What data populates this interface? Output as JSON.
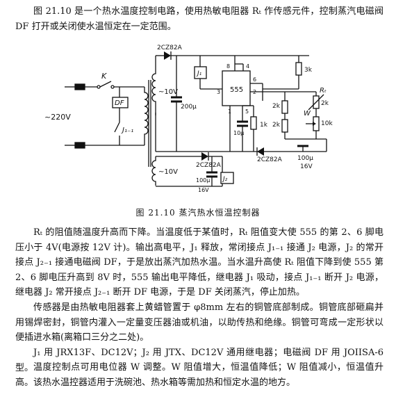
{
  "intro": "图 21.10 是一个热水温度控制电路，使用热敏电阻器 Rₜ 作传感元件，控制蒸汽电磁阀 DF 打开或关闭使水温恒定在一定范围。",
  "figure": {
    "caption": "图 21.10   蒸汽热水恒温控制器",
    "labels": {
      "diode_top": "2CZ82A",
      "diode_mid_left": "2CZ82A",
      "diode_mid_right": "2CZ82A",
      "switch": "K",
      "valve": "DF",
      "contact": "J₁₋₁",
      "mains": "~220V",
      "sec1": "~10V",
      "sec2": "~10V",
      "cap_top": "200μ",
      "relay1": "J₁",
      "relay2": "J₂",
      "ic": "555",
      "pin8": "8",
      "pin4": "4",
      "pin3": "3",
      "pin6": "6",
      "pin2": "2",
      "pin1": "1",
      "pin5": "5",
      "cap_10u": "10μ",
      "r_1k": "1k",
      "r_3k": "3k",
      "r_2k_a": "2k",
      "r_2k_b": "2k",
      "rt": "Rₜ",
      "rt_val": "2k",
      "pot": "W",
      "pot_val": "10k",
      "cap_right": "100μ",
      "cap_right_v": "16V",
      "cap_bottom": "100μ",
      "cap_bottom_v": "16V"
    }
  },
  "paragraphs": [
    "Rₜ 的阻值随温度升高而下降。当温度低于某值时，Rₜ 阻值变大使 555 的第 2、6 脚电压小于 4V(电源按 12V 计)。输出高电平，J₁ 释放，常闭接点 J₁₋₁ 接通 J₂ 电源，J₂ 的常开接点 J₂₋₁ 接通电磁阀 DF，于是放出蒸汽加热水温。当水温升高使 Rₜ 阻值下降到使 555 第 2、6 脚电压升高到 8V 时，555 输出电平降低，继电器 J₁ 吸动，接点 J₁₋₁ 断开 J₂ 电源，继电器 J₂ 常开接点 J₂₋₁ 断开 DF 电源，于是 DF 关闭蒸汽，停止加热。",
    "传感器是由热敏电阻器套上黄蜡管置于 φ8mm 左右的铜管底部制成。铜管底部砸扁并用锡焊密封，铜管内灌入一定量变压器油或机油，以助传热和绝缘。铜管可弯成一定形状以便插进水箱(离箱口三分之二处)。",
    "J₁ 用 JRX13F、DC12V；J₂ 用 JTX、DC12V 通用继电器；电磁阀 DF 用 JOIISA-6 型。",
    "温度控制点可用电位器 W 调整。W 阻值增大，恒温值降低；W 阻值减小，恒温值升高。",
    "该热水温控器适用于洗碗池、热水箱等需加热和恒定水温的地方。"
  ]
}
